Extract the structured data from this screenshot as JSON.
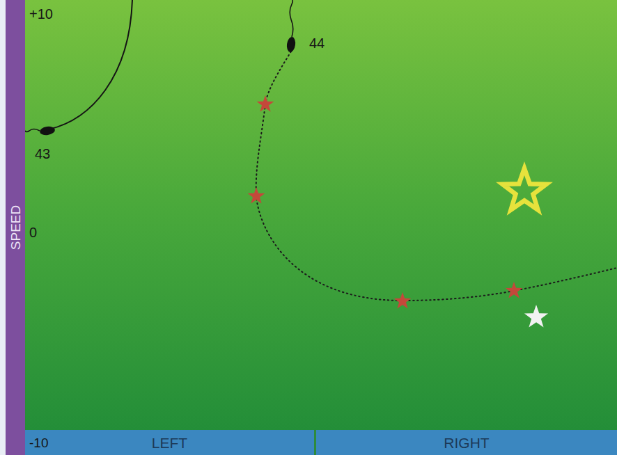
{
  "diagram": {
    "nodes": [
      {
        "text": [
          "SPEED"
        ]
      },
      {
        "text": [
          "LEFT"
        ]
      },
      {
        "text": [
          "RIGHT"
        ]
      }
    ],
    "labels": [
      "+10",
      "43",
      "44",
      "0",
      "-10"
    ]
  }
}
